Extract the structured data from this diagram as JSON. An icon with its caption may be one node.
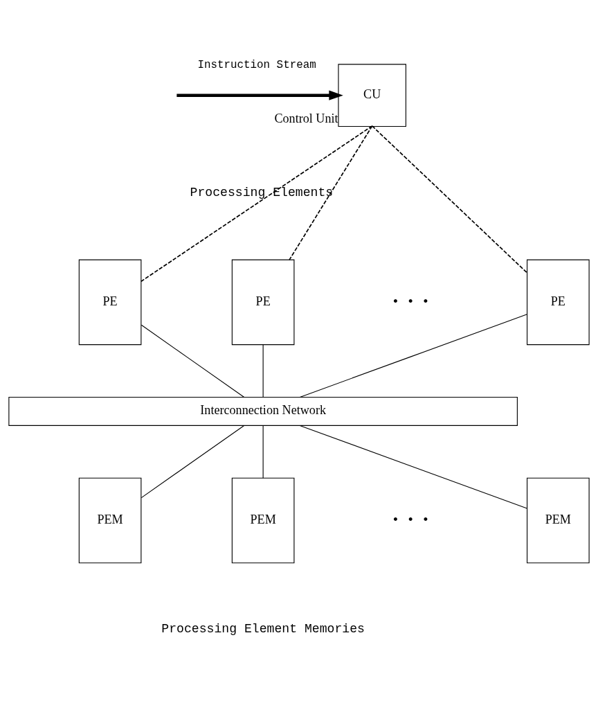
{
  "diagram": {
    "nodes": [
      {
        "text": [
          "CU"
        ],
        "beside": [
          "Control Unit"
        ]
      },
      {
        "text": [
          "PE"
        ]
      },
      {
        "text": [
          "PE"
        ]
      },
      {
        "text": [
          "PE"
        ]
      },
      {
        "text": [
          "Interconnection Network"
        ]
      },
      {
        "text": [
          "PEM"
        ]
      },
      {
        "text": [
          "PEM"
        ]
      },
      {
        "text": [
          "PEM"
        ]
      }
    ],
    "edges": [
      {
        "from": null,
        "to": 0,
        "arrow": "to",
        "label": "Instruction Stream",
        "style": "thick"
      },
      {
        "from": 0,
        "to": 1,
        "arrow": "none",
        "style": "dashed"
      },
      {
        "from": 0,
        "to": 2,
        "arrow": "none",
        "style": "dashed"
      },
      {
        "from": 0,
        "to": 3,
        "arrow": "none",
        "style": "dashed"
      },
      {
        "from": 1,
        "to": 4,
        "arrow": "none"
      },
      {
        "from": 2,
        "to": 4,
        "arrow": "none"
      },
      {
        "from": 3,
        "to": 4,
        "arrow": "none"
      },
      {
        "from": 4,
        "to": 5,
        "arrow": "none"
      },
      {
        "from": 4,
        "to": 6,
        "arrow": "none"
      },
      {
        "from": 4,
        "to": 7,
        "arrow": "none"
      }
    ],
    "labels": [
      "Processing Elements",
      "• • •",
      "• • •",
      "Processing Element Memories"
    ]
  }
}
